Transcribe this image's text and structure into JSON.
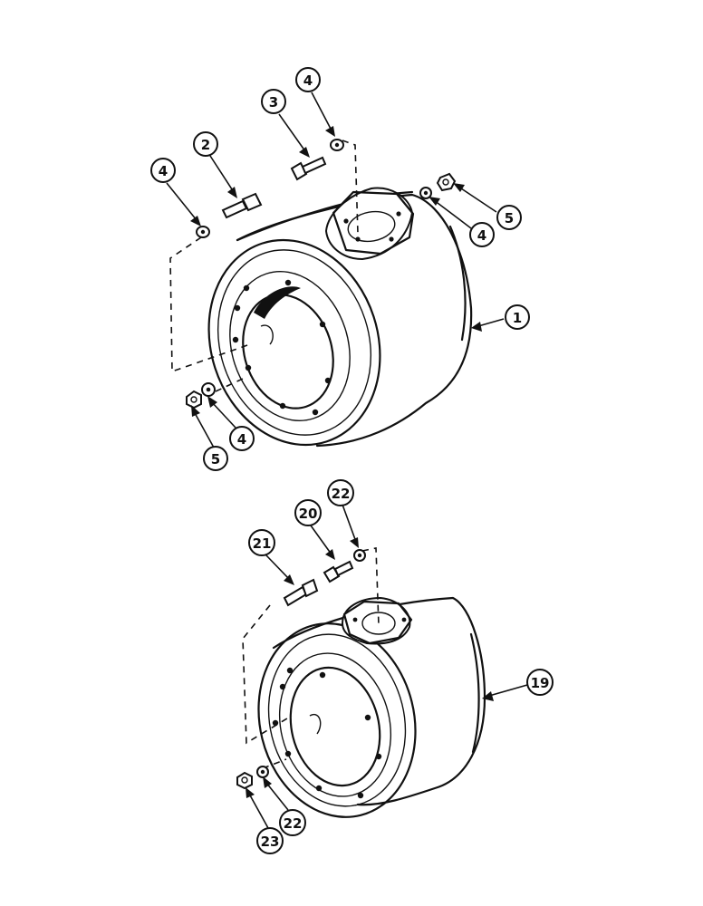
{
  "callouts": {
    "c1": "1",
    "c2": "2",
    "c3": "3",
    "c4a": "4",
    "c4b": "4",
    "c4c": "4",
    "c4d": "4",
    "c5a": "5",
    "c5b": "5",
    "c19": "19",
    "c20": "20",
    "c21": "21",
    "c22a": "22",
    "c22b": "22",
    "c23": "23"
  }
}
